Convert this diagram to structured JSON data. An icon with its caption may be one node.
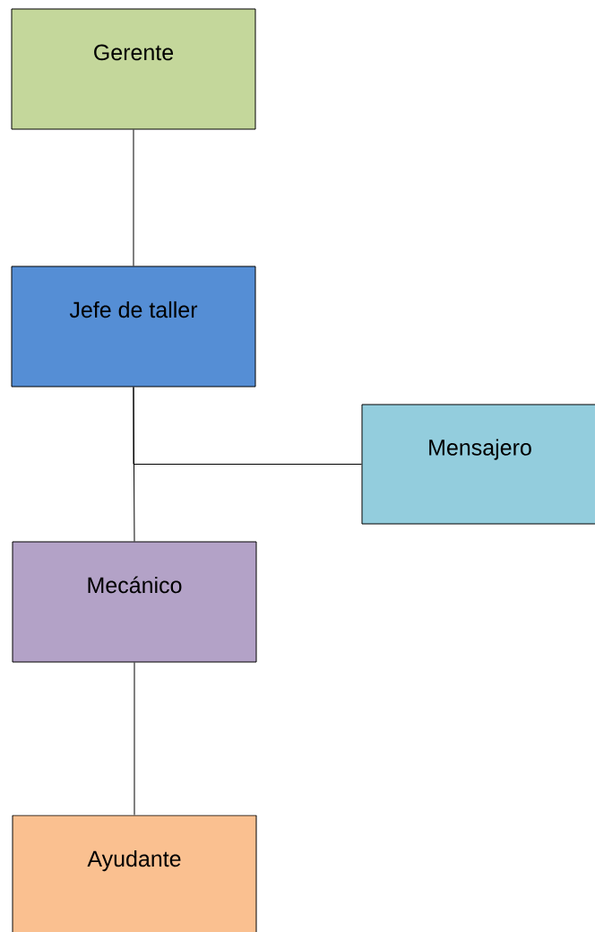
{
  "diagram": {
    "nodes": [
      {
        "text": [
          "Gerente"
        ]
      },
      {
        "text": [
          "Jefe de taller"
        ]
      },
      {
        "text": [
          "Mensajero"
        ]
      },
      {
        "text": [
          "Mecánico"
        ]
      },
      {
        "text": [
          "Ayudante"
        ]
      }
    ],
    "edges": [
      {
        "from": 0,
        "to": 1,
        "arrow": "none"
      },
      {
        "from": 1,
        "to": 2,
        "arrow": "none"
      },
      {
        "from": 1,
        "to": 3,
        "arrow": "none"
      },
      {
        "from": 3,
        "to": 4,
        "arrow": "none"
      }
    ]
  }
}
